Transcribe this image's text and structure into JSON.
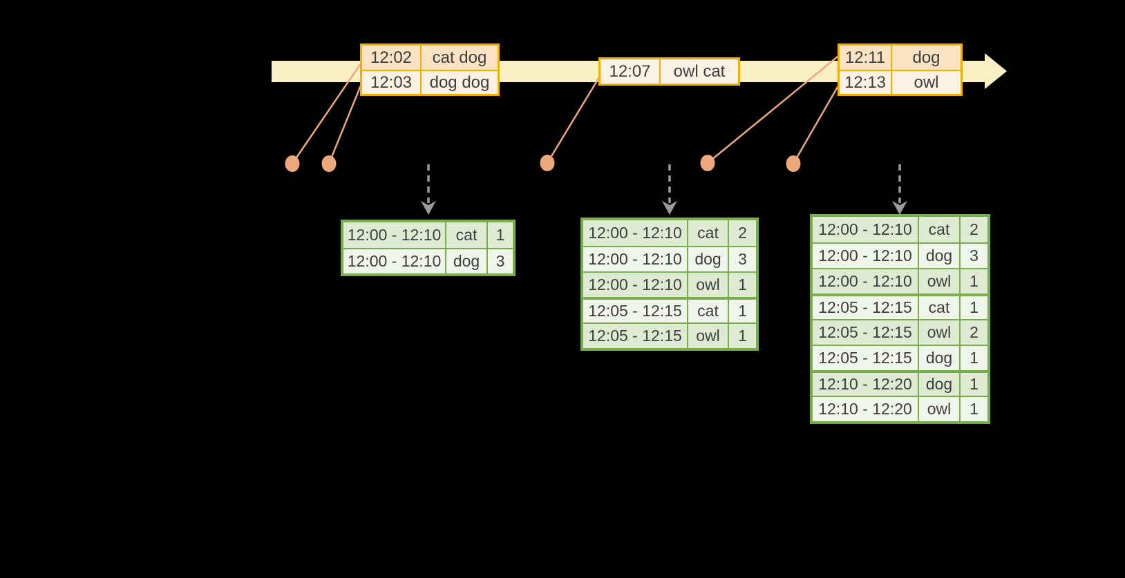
{
  "colors": {
    "background": "#000000",
    "timeline_band": "#FBEFC5",
    "event_border": "#F2AF00",
    "event_row_dark": "#FAE2C3",
    "event_row_light": "#FCF2E3",
    "connector": "#EEA87D",
    "trigger_arrow": "#9A9A9A",
    "table_border": "#77AD4A",
    "table_row_dark": "#DFEAD3",
    "table_row_light": "#F0F5EB",
    "text": "#3E3E3E"
  },
  "timeline": {
    "event_boxes": [
      {
        "rows": [
          {
            "time": "12:02",
            "words": "cat dog",
            "tone": "dark"
          },
          {
            "time": "12:03",
            "words": "dog dog",
            "tone": "light"
          }
        ]
      },
      {
        "rows": [
          {
            "time": "12:07",
            "words": "owl cat",
            "tone": "light"
          }
        ]
      },
      {
        "rows": [
          {
            "time": "12:11",
            "words": "dog",
            "tone": "dark"
          },
          {
            "time": "12:13",
            "words": "owl",
            "tone": "light"
          }
        ]
      }
    ]
  },
  "result_tables": [
    {
      "rows": [
        {
          "window": "12:00 - 12:10",
          "word": "cat",
          "count": "1"
        },
        {
          "window": "12:00 - 12:10",
          "word": "dog",
          "count": "3"
        }
      ]
    },
    {
      "rows": [
        {
          "window": "12:00 - 12:10",
          "word": "cat",
          "count": "2"
        },
        {
          "window": "12:00 - 12:10",
          "word": "dog",
          "count": "3"
        },
        {
          "window": "12:00 - 12:10",
          "word": "owl",
          "count": "1"
        },
        {
          "window": "12:05 - 12:15",
          "word": "cat",
          "count": "1"
        },
        {
          "window": "12:05 - 12:15",
          "word": "owl",
          "count": "1"
        }
      ]
    },
    {
      "rows": [
        {
          "window": "12:00 - 12:10",
          "word": "cat",
          "count": "2"
        },
        {
          "window": "12:00 - 12:10",
          "word": "dog",
          "count": "3"
        },
        {
          "window": "12:00 - 12:10",
          "word": "owl",
          "count": "1"
        },
        {
          "window": "12:05 - 12:15",
          "word": "cat",
          "count": "1"
        },
        {
          "window": "12:05 - 12:15",
          "word": "owl",
          "count": "2"
        },
        {
          "window": "12:05 - 12:15",
          "word": "dog",
          "count": "1"
        },
        {
          "window": "12:10 - 12:20",
          "word": "dog",
          "count": "1"
        },
        {
          "window": "12:10 - 12:20",
          "word": "owl",
          "count": "1"
        }
      ]
    }
  ]
}
